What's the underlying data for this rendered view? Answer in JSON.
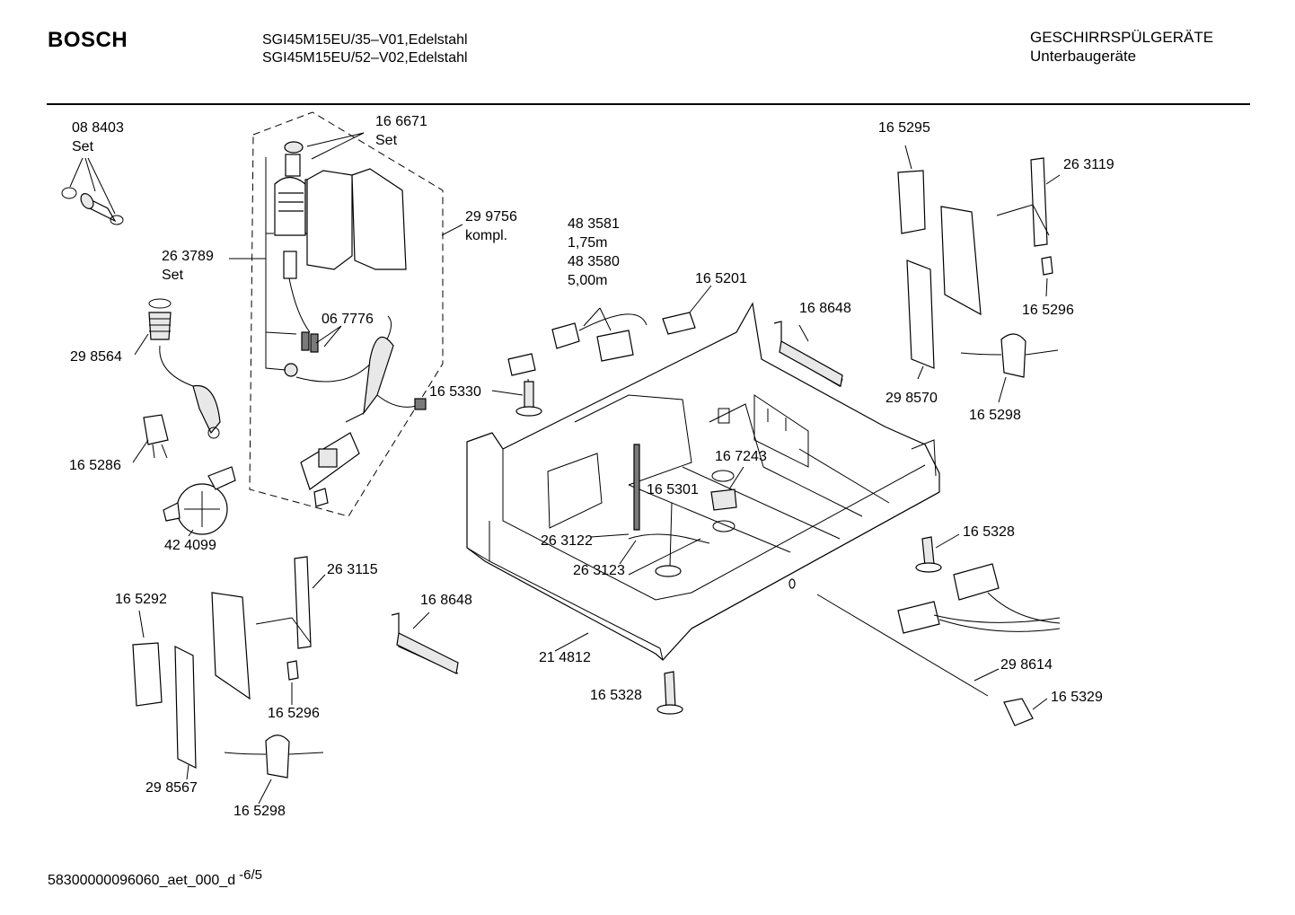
{
  "header": {
    "brand": "BOSCH",
    "model_line_1": "SGI45M15EU/35–V01,Edelstahl",
    "model_line_2": "SGI45M15EU/52–V02,Edelstahl",
    "category_line_1": "GESCHIRRSPÜLGERÄTE",
    "category_line_2": "Unterbaugeräte"
  },
  "footer": {
    "doc_id": "58300000096060_aet_000_d",
    "page": "-6/5"
  },
  "parts": [
    {
      "id": "p-088403",
      "lines": [
        "08 8403",
        "Set"
      ]
    },
    {
      "id": "p-166671",
      "lines": [
        "16 6671",
        "Set"
      ]
    },
    {
      "id": "p-299756",
      "lines": [
        "29 9756",
        "kompl."
      ]
    },
    {
      "id": "p-263789",
      "lines": [
        "26 3789",
        "Set"
      ]
    },
    {
      "id": "p-067776",
      "lines": [
        "06 7776"
      ]
    },
    {
      "id": "p-298564",
      "lines": [
        "29 8564"
      ]
    },
    {
      "id": "p-165286",
      "lines": [
        "16 5286"
      ]
    },
    {
      "id": "p-424099",
      "lines": [
        "42 4099"
      ]
    },
    {
      "id": "p-483581",
      "lines": [
        "48 3581",
        "1,75m",
        "48 3580",
        "5,00m"
      ]
    },
    {
      "id": "p-165201",
      "lines": [
        "16 5201"
      ]
    },
    {
      "id": "p-168648a",
      "lines": [
        "16 8648"
      ]
    },
    {
      "id": "p-165330",
      "lines": [
        "16 5330"
      ]
    },
    {
      "id": "p-167243",
      "lines": [
        "16 7243"
      ]
    },
    {
      "id": "p-165301",
      "lines": [
        "16 5301"
      ]
    },
    {
      "id": "p-263122",
      "lines": [
        "26 3122"
      ]
    },
    {
      "id": "p-263123",
      "lines": [
        "26 3123"
      ]
    },
    {
      "id": "p-165295",
      "lines": [
        "16 5295"
      ]
    },
    {
      "id": "p-263119",
      "lines": [
        "26 3119"
      ]
    },
    {
      "id": "p-165296a",
      "lines": [
        "16 5296"
      ]
    },
    {
      "id": "p-298570",
      "lines": [
        "29 8570"
      ]
    },
    {
      "id": "p-165298a",
      "lines": [
        "16 5298"
      ]
    },
    {
      "id": "p-165328a",
      "lines": [
        "16 5328"
      ]
    },
    {
      "id": "p-298614",
      "lines": [
        "29 8614"
      ]
    },
    {
      "id": "p-165329",
      "lines": [
        "16 5329"
      ]
    },
    {
      "id": "p-165328b",
      "lines": [
        "16 5328"
      ]
    },
    {
      "id": "p-214812",
      "lines": [
        "21 4812"
      ]
    },
    {
      "id": "p-168648b",
      "lines": [
        "16 8648"
      ]
    },
    {
      "id": "p-263115",
      "lines": [
        "26 3115"
      ]
    },
    {
      "id": "p-165292",
      "lines": [
        "16 5292"
      ]
    },
    {
      "id": "p-165296b",
      "lines": [
        "16 5296"
      ]
    },
    {
      "id": "p-298567",
      "lines": [
        "29 8567"
      ]
    },
    {
      "id": "p-165298b",
      "lines": [
        "16 5298"
      ]
    }
  ]
}
